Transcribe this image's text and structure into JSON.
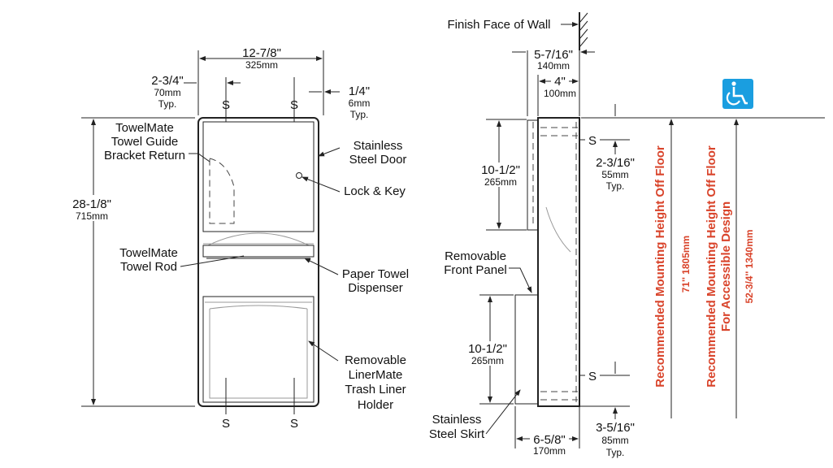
{
  "front_view": {
    "width_dim": {
      "imperial": "12-7/8\"",
      "metric": "325mm"
    },
    "left_offset_dim": {
      "imperial": "2-3/4\"",
      "metric": "70mm",
      "note": "Typ."
    },
    "right_offset_dim": {
      "imperial": "1/4\"",
      "metric": "6mm",
      "note": "Typ."
    },
    "height_dim": {
      "imperial": "28-1/8\"",
      "metric": "715mm"
    },
    "screw_mark": "S",
    "labels": {
      "bracket_return": [
        "TowelMate",
        "Towel Guide",
        "Bracket Return"
      ],
      "steel_door": [
        "Stainless",
        "Steel Door"
      ],
      "lock_key": "Lock & Key",
      "towel_rod": [
        "TowelMate",
        "Towel Rod"
      ],
      "dispenser": [
        "Paper Towel",
        "Dispenser"
      ],
      "liner_holder": [
        "Removable",
        "LinerMate",
        "Trash Liner",
        "Holder"
      ]
    }
  },
  "side_view": {
    "wall_label": "Finish Face of Wall",
    "depth_total": {
      "imperial": "5-7/16\"",
      "metric": "140mm"
    },
    "depth_recess": {
      "imperial": "4\"",
      "metric": "100mm"
    },
    "upper_panel_dim": {
      "imperial": "10-1/2\"",
      "metric": "265mm"
    },
    "screw_offset_dim": {
      "imperial": "2-3/16\"",
      "metric": "55mm",
      "note": "Typ."
    },
    "front_panel_label": [
      "Removable",
      "Front Panel"
    ],
    "lower_panel_dim": {
      "imperial": "10-1/2\"",
      "metric": "265mm"
    },
    "skirt_label": [
      "Stainless",
      "Steel Skirt"
    ],
    "skirt_depth": {
      "imperial": "6-5/8\"",
      "metric": "170mm"
    },
    "bottom_screw_dim": {
      "imperial": "3-5/16\"",
      "metric": "85mm",
      "note": "Typ."
    },
    "screw_mark": "S"
  },
  "mounting": {
    "standard": {
      "label": "Recommended Mounting Height Off Floor",
      "value": "71''   1805mm"
    },
    "accessible": {
      "label": [
        "Recommended Mounting Height Off Floor",
        "For Accessible Design"
      ],
      "value": "52-3/4''   1340mm"
    },
    "icon": "accessible-wheelchair-icon",
    "icon_color": "#1a9ee0",
    "text_color": "#d9442b"
  }
}
